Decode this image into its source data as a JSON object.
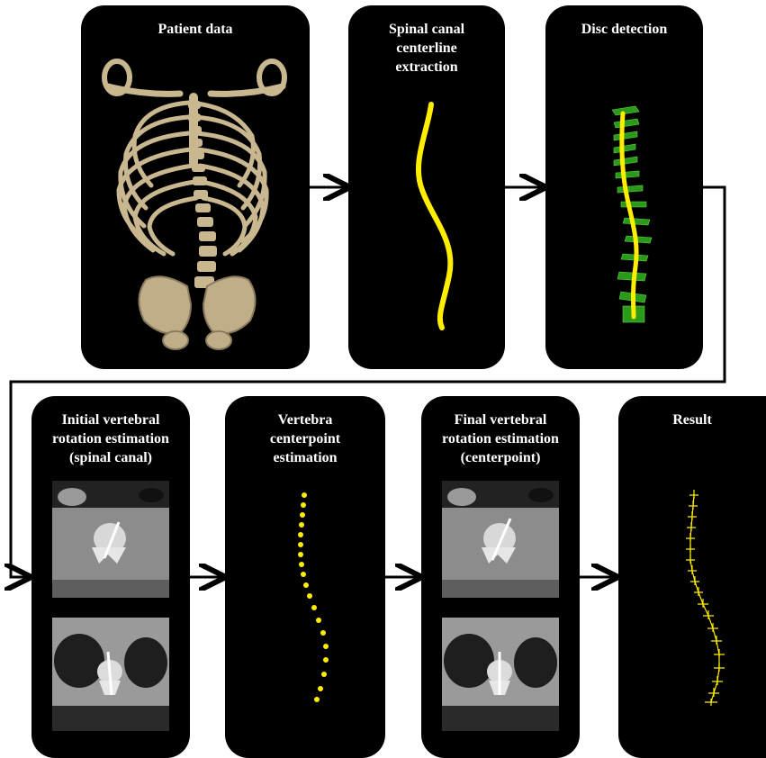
{
  "top_row": [
    {
      "title": "Patient data"
    },
    {
      "title": "Spinal canal\ncenterline\nextraction"
    },
    {
      "title": "Disc detection"
    }
  ],
  "bottom_row": [
    {
      "title": "Initial vertebral\nrotation estimation\n(spinal canal)"
    },
    {
      "title": "Vertebra\ncenterpoint\nestimation"
    },
    {
      "title": "Final vertebral\nrotation estimation\n(centerpoint)"
    },
    {
      "title": "Result"
    }
  ],
  "colors": {
    "panel": "#000000",
    "centerline": "#ffee00",
    "disc": "#2a9a1a",
    "bone": "#c9b78f",
    "arrow": "#000000"
  }
}
